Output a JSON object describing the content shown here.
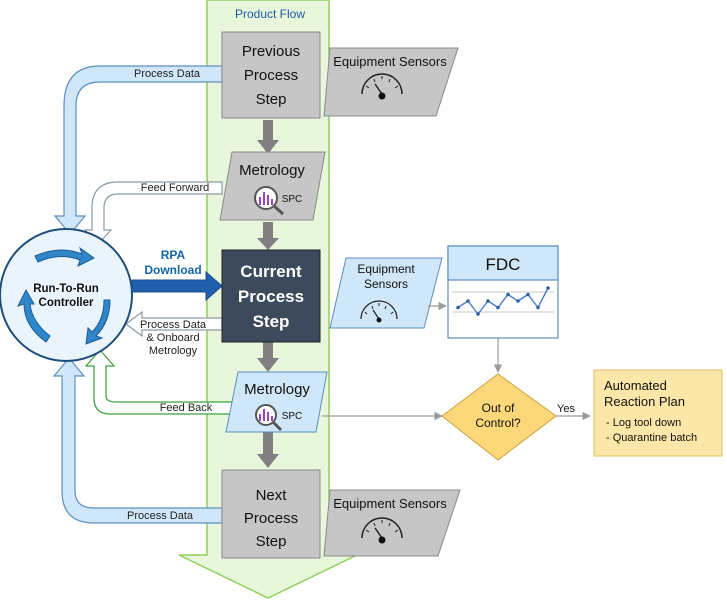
{
  "product_flow": {
    "title": "Product Flow"
  },
  "steps": {
    "previous": [
      "Previous",
      "Process",
      "Step"
    ],
    "current": [
      "Current",
      "Process",
      "Step"
    ],
    "next": [
      "Next",
      "Process",
      "Step"
    ]
  },
  "sensors": {
    "top": "Equipment Sensors",
    "middle": [
      "Equipment",
      "Sensors"
    ],
    "bottom": "Equipment Sensors"
  },
  "metrology": {
    "upper": {
      "label": "Metrology",
      "spc": "SPC"
    },
    "lower": {
      "label": "Metrology",
      "spc": "SPC"
    }
  },
  "controller": {
    "lines": [
      "Run-To-Run",
      "Controller"
    ]
  },
  "arrows": {
    "process_data_top": "Process Data",
    "feed_forward": "Feed Forward",
    "rpa": [
      "RPA",
      "Download"
    ],
    "process_data_onboard": [
      "Process Data",
      "& Onboard",
      "Metrology"
    ],
    "feed_back": "Feed Back",
    "process_data_bottom": "Process Data",
    "yes": "Yes"
  },
  "fdc": {
    "title": "FDC",
    "points": [
      3,
      2,
      4,
      2,
      3,
      1,
      2,
      1,
      3,
      0
    ]
  },
  "decision": {
    "lines": [
      "Out of",
      "Control?"
    ]
  },
  "reaction": {
    "title": [
      "Automated",
      "Reaction Plan"
    ],
    "items": [
      "- Log tool down",
      "- Quarantine batch"
    ]
  },
  "colors": {
    "flow_fill": "#e8f7dc",
    "flow_stroke": "#8fcf5a",
    "step_fill": "#c6c6c6",
    "current_fill": "#3d4a5c",
    "light_blue": "#cfe7f8",
    "blue_stroke": "#5a8fbf",
    "diamond": "#fcd87a",
    "reaction": "#fde7a8",
    "accent_blue": "#1464a8"
  }
}
